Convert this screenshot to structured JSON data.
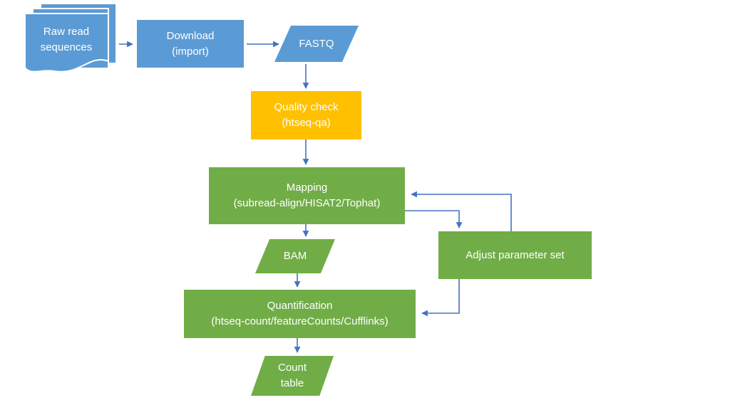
{
  "diagram": {
    "kind": "flowchart",
    "nodes": {
      "raw_read_sequences": {
        "shape": "multi-document",
        "color": "#5B9BD5",
        "lines": [
          "Raw read",
          "sequences"
        ]
      },
      "download": {
        "shape": "rectangle",
        "color": "#5B9BD5",
        "lines": [
          "Download",
          "(import)"
        ]
      },
      "fastq": {
        "shape": "parallelogram",
        "color": "#5B9BD5",
        "lines": [
          "FASTQ"
        ]
      },
      "quality_check": {
        "shape": "rectangle",
        "color": "#FFC000",
        "lines": [
          "Quality check",
          "(htseq-qa)"
        ]
      },
      "mapping": {
        "shape": "rectangle",
        "color": "#70AD47",
        "lines": [
          "Mapping",
          "(subread-align/HISAT2/Tophat)"
        ]
      },
      "bam": {
        "shape": "parallelogram",
        "color": "#70AD47",
        "lines": [
          "BAM"
        ]
      },
      "adjust_parameter_set": {
        "shape": "rectangle",
        "color": "#70AD47",
        "lines": [
          "Adjust parameter set"
        ]
      },
      "quantification": {
        "shape": "rectangle",
        "color": "#70AD47",
        "lines": [
          "Quantification",
          "(htseq-count/featureCounts/Cufflinks)"
        ]
      },
      "count_table": {
        "shape": "parallelogram",
        "color": "#70AD47",
        "lines": [
          "Count",
          "table"
        ]
      }
    },
    "edges": [
      {
        "from": "raw_read_sequences",
        "to": "download"
      },
      {
        "from": "download",
        "to": "fastq"
      },
      {
        "from": "fastq",
        "to": "quality_check"
      },
      {
        "from": "quality_check",
        "to": "mapping"
      },
      {
        "from": "mapping",
        "to": "bam"
      },
      {
        "from": "bam",
        "to": "quantification"
      },
      {
        "from": "quantification",
        "to": "count_table"
      },
      {
        "from": "mapping",
        "to": "adjust_parameter_set"
      },
      {
        "from": "adjust_parameter_set",
        "to": "mapping"
      },
      {
        "from": "adjust_parameter_set",
        "to": "quantification"
      }
    ],
    "colors": {
      "blue": "#5B9BD5",
      "gold": "#FFC000",
      "green": "#70AD47",
      "connector": "#4472C4",
      "text": "#FFFFFF",
      "background": "#FFFFFF"
    }
  }
}
